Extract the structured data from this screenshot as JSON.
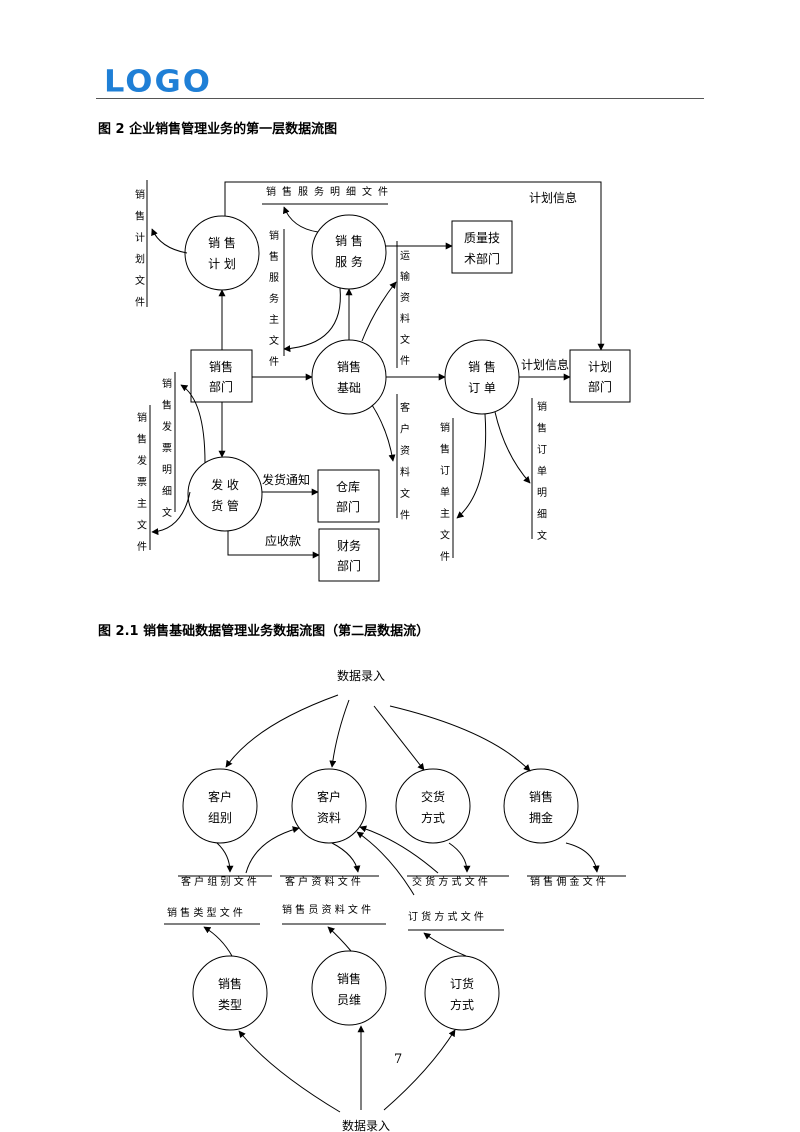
{
  "header": {
    "logo": "LOGO"
  },
  "figure1": {
    "title": "图 2  企业销售管理业务的第一层数据流图",
    "processes": {
      "plan": [
        "销 售",
        "计 划"
      ],
      "service": [
        "销 售",
        "服 务"
      ],
      "base": [
        "销售",
        "基础"
      ],
      "order": [
        "销 售",
        "订 单"
      ],
      "delivery": [
        "发 收",
        "货 管"
      ]
    },
    "entities": {
      "sales_dept": [
        "销售",
        "部门"
      ],
      "quality_dept": [
        "质量技",
        "术部门"
      ],
      "plan_dept": [
        "计划",
        "部门"
      ],
      "warehouse": [
        "仓库",
        "部门"
      ],
      "finance": [
        "财务",
        "部门"
      ]
    },
    "stores": {
      "plan_file": "销售计划文件",
      "service_detail": "销售服务明细文件",
      "service_main": "销售服务主文件",
      "transport": "运输资料文件",
      "customer": "客户资料文件",
      "order_main": "销售订单主文件",
      "order_detail": "销售订单明细文",
      "invoice_detail": "销售发票明细文",
      "invoice_main": "销售发票主文件"
    },
    "flows": {
      "plan_info_top": "计划信息",
      "plan_info": "计划信息",
      "ship_notice": "发货通知",
      "receivable": "应收款"
    }
  },
  "figure2": {
    "title": "图 2.1  销售基础数据管理业务数据流图（第二层数据流）",
    "input_top": "数据录入",
    "input_bottom": "数据录入",
    "processes": {
      "cust_group": [
        "客户",
        "组别"
      ],
      "cust_data": [
        "客户",
        "资料"
      ],
      "delivery_mode": [
        "交货",
        "方式"
      ],
      "commission": [
        "销售",
        "拥金"
      ],
      "sales_type": [
        "销售",
        "类型"
      ],
      "salesperson": [
        "销售",
        "员维"
      ],
      "order_mode": [
        "订货",
        "方式"
      ]
    },
    "stores": {
      "cust_group_file": "客 户 组 别 文 件",
      "cust_data_file": "客 户 资 料 文 件",
      "delivery_file": "交 货 方 式 文 件",
      "commission_file": "销 售 佣 金 文 件",
      "sales_type_file": "销 售 类 型 文 件",
      "salesperson_file": "销 售 员 资 料 文 件",
      "order_mode_file": "订 货 方 式 文 件"
    }
  },
  "page_number": "7"
}
